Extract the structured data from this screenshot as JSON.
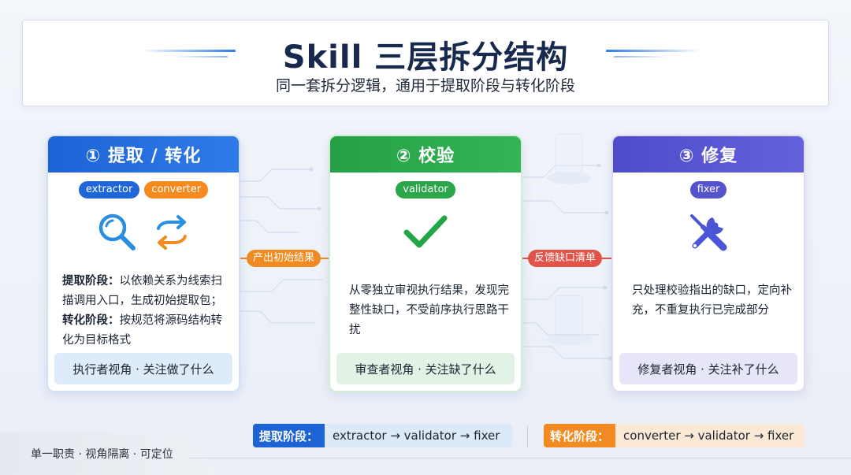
{
  "header": {
    "title": "Skill 三层拆分结构",
    "subtitle": "同一套拆分逻辑，通用于提取阶段与转化阶段"
  },
  "cards": [
    {
      "title": "① 提取 / 转化",
      "tags": [
        "extractor",
        "converter"
      ],
      "icons": [
        "search-icon",
        "convert-arrows-icon"
      ],
      "desc_part1_bold": "提取阶段：",
      "desc_part1": "以依赖关系为线索扫描调用入口，生成初始提取包；",
      "desc_part2_bold": "转化阶段：",
      "desc_part2": "按规范将源码结构转化为目标格式",
      "footer": "执行者视角 · 关注做了什么",
      "accent": "#1e63d6"
    },
    {
      "title": "② 校验",
      "tags": [
        "validator"
      ],
      "icons": [
        "checkmark-icon"
      ],
      "desc": "从零独立审视执行结果，发现完整性缺口，不受前序执行思路干扰",
      "footer": "审查者视角 · 关注缺了什么",
      "accent": "#25a046"
    },
    {
      "title": "③ 修复",
      "tags": [
        "fixer"
      ],
      "icons": [
        "wrench-screwdriver-icon"
      ],
      "desc": "只处理校验指出的缺口，定向补充，不重复执行已完成部分",
      "footer": "修复者视角 · 关注补了什么",
      "accent": "#4f4cc9"
    }
  ],
  "connectors": [
    {
      "label": "产出初始结果",
      "color": "#f28a22"
    },
    {
      "label": "反馈缺口清单",
      "color": "#e2544a"
    }
  ],
  "pipelines": [
    {
      "label": "提取阶段：",
      "flow": "extractor → validator → fixer",
      "color": "#1e63d6"
    },
    {
      "label": "转化阶段：",
      "flow": "converter → validator → fixer",
      "color": "#f28a22"
    }
  ],
  "footer": {
    "text": "单一职责 · 视角隔离 · 可定位"
  }
}
